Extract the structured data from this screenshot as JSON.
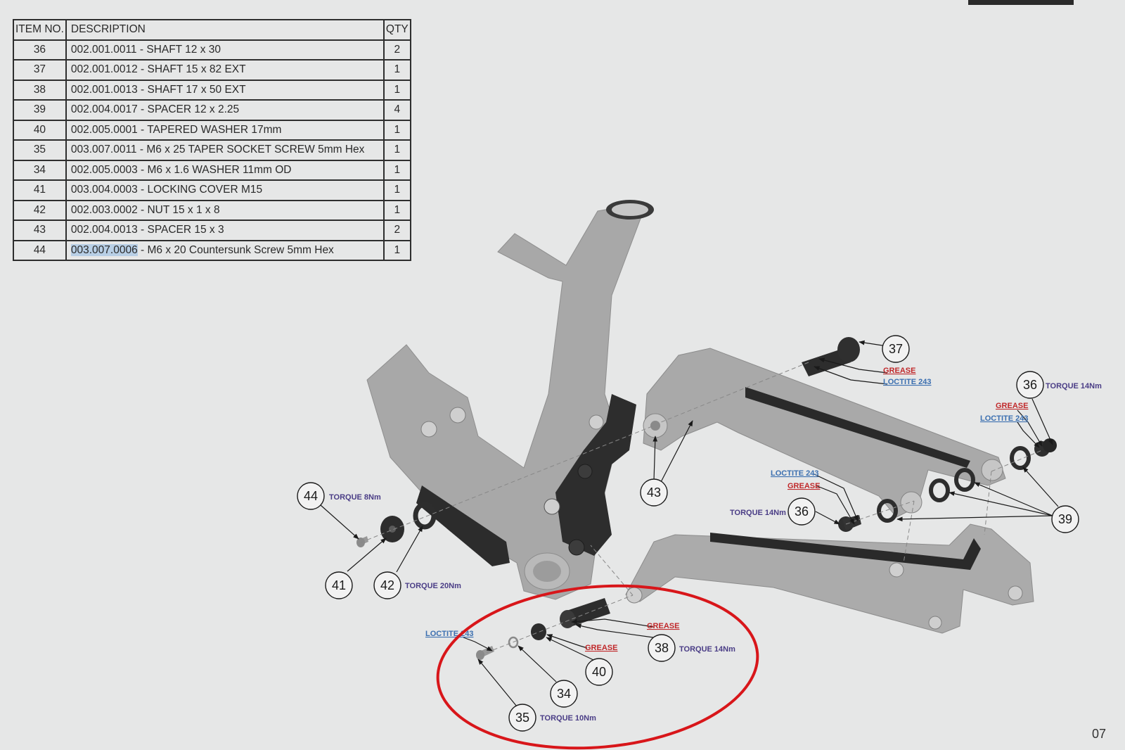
{
  "table": {
    "headers": {
      "item": "ITEM NO.",
      "description": "DESCRIPTION",
      "qty": "QTY"
    },
    "rows": [
      {
        "item": "36",
        "part": "",
        "text": "002.001.0011 - SHAFT 12 x 30",
        "qty": "2"
      },
      {
        "item": "37",
        "part": "",
        "text": "002.001.0012 - SHAFT 15 x 82 EXT",
        "qty": "1"
      },
      {
        "item": "38",
        "part": "",
        "text": "002.001.0013 - SHAFT 17 x 50 EXT",
        "qty": "1"
      },
      {
        "item": "39",
        "part": "",
        "text": "002.004.0017 - SPACER 12 x 2.25",
        "qty": "4"
      },
      {
        "item": "40",
        "part": "",
        "text": "002.005.0001 - TAPERED WASHER 17mm",
        "qty": "1"
      },
      {
        "item": "35",
        "part": "",
        "text": "003.007.0011 - M6 x 25 TAPER SOCKET SCREW 5mm Hex",
        "qty": "1"
      },
      {
        "item": "34",
        "part": "",
        "text": "002.005.0003 - M6 x 1.6 WASHER 11mm OD",
        "qty": "1"
      },
      {
        "item": "41",
        "part": "",
        "text": "003.004.0003 - LOCKING COVER M15",
        "qty": "1"
      },
      {
        "item": "42",
        "part": "",
        "text": "002.003.0002 - NUT 15 x 1 x 8",
        "qty": "1"
      },
      {
        "item": "43",
        "part": "",
        "text": "002.004.0013 - SPACER 15 x 3",
        "qty": "2"
      },
      {
        "item": "44",
        "part": "003.007.0006",
        "text": " - M6 x 20 Countersunk Screw 5mm Hex",
        "qty": "1"
      }
    ]
  },
  "callouts": {
    "b37": "37",
    "b36a": "36",
    "b43": "43",
    "b44": "44",
    "b36b": "36",
    "b39": "39",
    "b41": "41",
    "b42": "42",
    "b38": "38",
    "b40": "40",
    "b34": "34",
    "b35": "35"
  },
  "notes": {
    "grease": "GREASE",
    "loctite": "LOCTITE 243",
    "loctite_short": "LOCTITE 243",
    "torque14": "TORQUE 14Nm",
    "torque8": "TORQUE 8Nm",
    "torque20": "TORQUE 20Nm",
    "torque10": "TORQUE 10Nm"
  },
  "colors": {
    "grease": "#c0282a",
    "loctite": "#3b6fb0",
    "torque": "#4a3d86",
    "frame": "#a9a9a9",
    "rubber": "#2a2a2a",
    "highlight_ellipse": "#d8161a",
    "selection": "#b8cfe6"
  },
  "page_number": "07"
}
